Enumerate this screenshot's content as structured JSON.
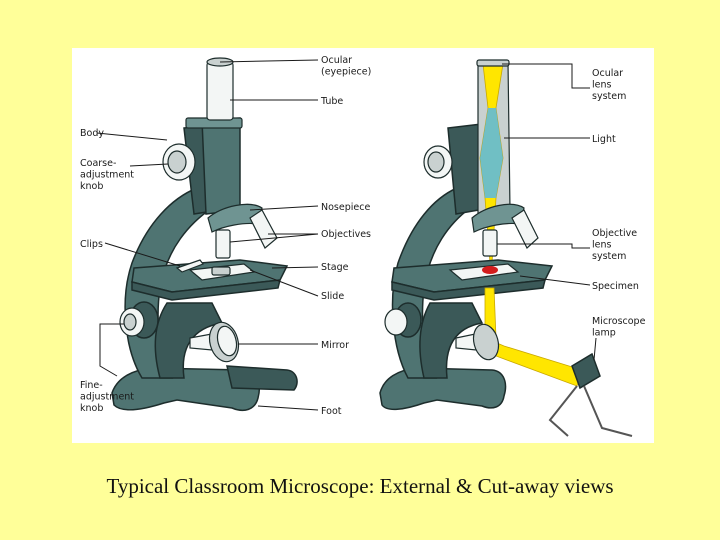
{
  "figure": {
    "background": "#4f7472",
    "left_labels": [
      {
        "key": "body",
        "lines": [
          "Body"
        ]
      },
      {
        "key": "coarse",
        "lines": [
          "Coarse-",
          "adjustment",
          "knob"
        ]
      },
      {
        "key": "clips",
        "lines": [
          "Clips"
        ]
      },
      {
        "key": "fine",
        "lines": [
          "Fine-",
          "adjustment",
          "knob"
        ]
      }
    ],
    "center_labels": [
      {
        "key": "ocular",
        "lines": [
          "Ocular",
          "(eyepiece)"
        ]
      },
      {
        "key": "tube",
        "lines": [
          "Tube"
        ]
      },
      {
        "key": "nosepiece",
        "lines": [
          "Nosepiece"
        ]
      },
      {
        "key": "objectives",
        "lines": [
          "Objectives"
        ]
      },
      {
        "key": "stage",
        "lines": [
          "Stage"
        ]
      },
      {
        "key": "slide",
        "lines": [
          "Slide"
        ]
      },
      {
        "key": "mirror",
        "lines": [
          "Mirror"
        ]
      },
      {
        "key": "foot",
        "lines": [
          "Foot"
        ]
      }
    ],
    "right_labels": [
      {
        "key": "ocular_lens",
        "lines": [
          "Ocular",
          "lens",
          "system"
        ]
      },
      {
        "key": "light",
        "lines": [
          "Light"
        ]
      },
      {
        "key": "objective_lens",
        "lines": [
          "Objective",
          "lens",
          "system"
        ]
      },
      {
        "key": "specimen",
        "lines": [
          "Specimen"
        ]
      },
      {
        "key": "lamp",
        "lines": [
          "Microscope",
          "lamp"
        ]
      }
    ]
  },
  "caption": "Typical Classroom Microscope: External & Cut-away views"
}
